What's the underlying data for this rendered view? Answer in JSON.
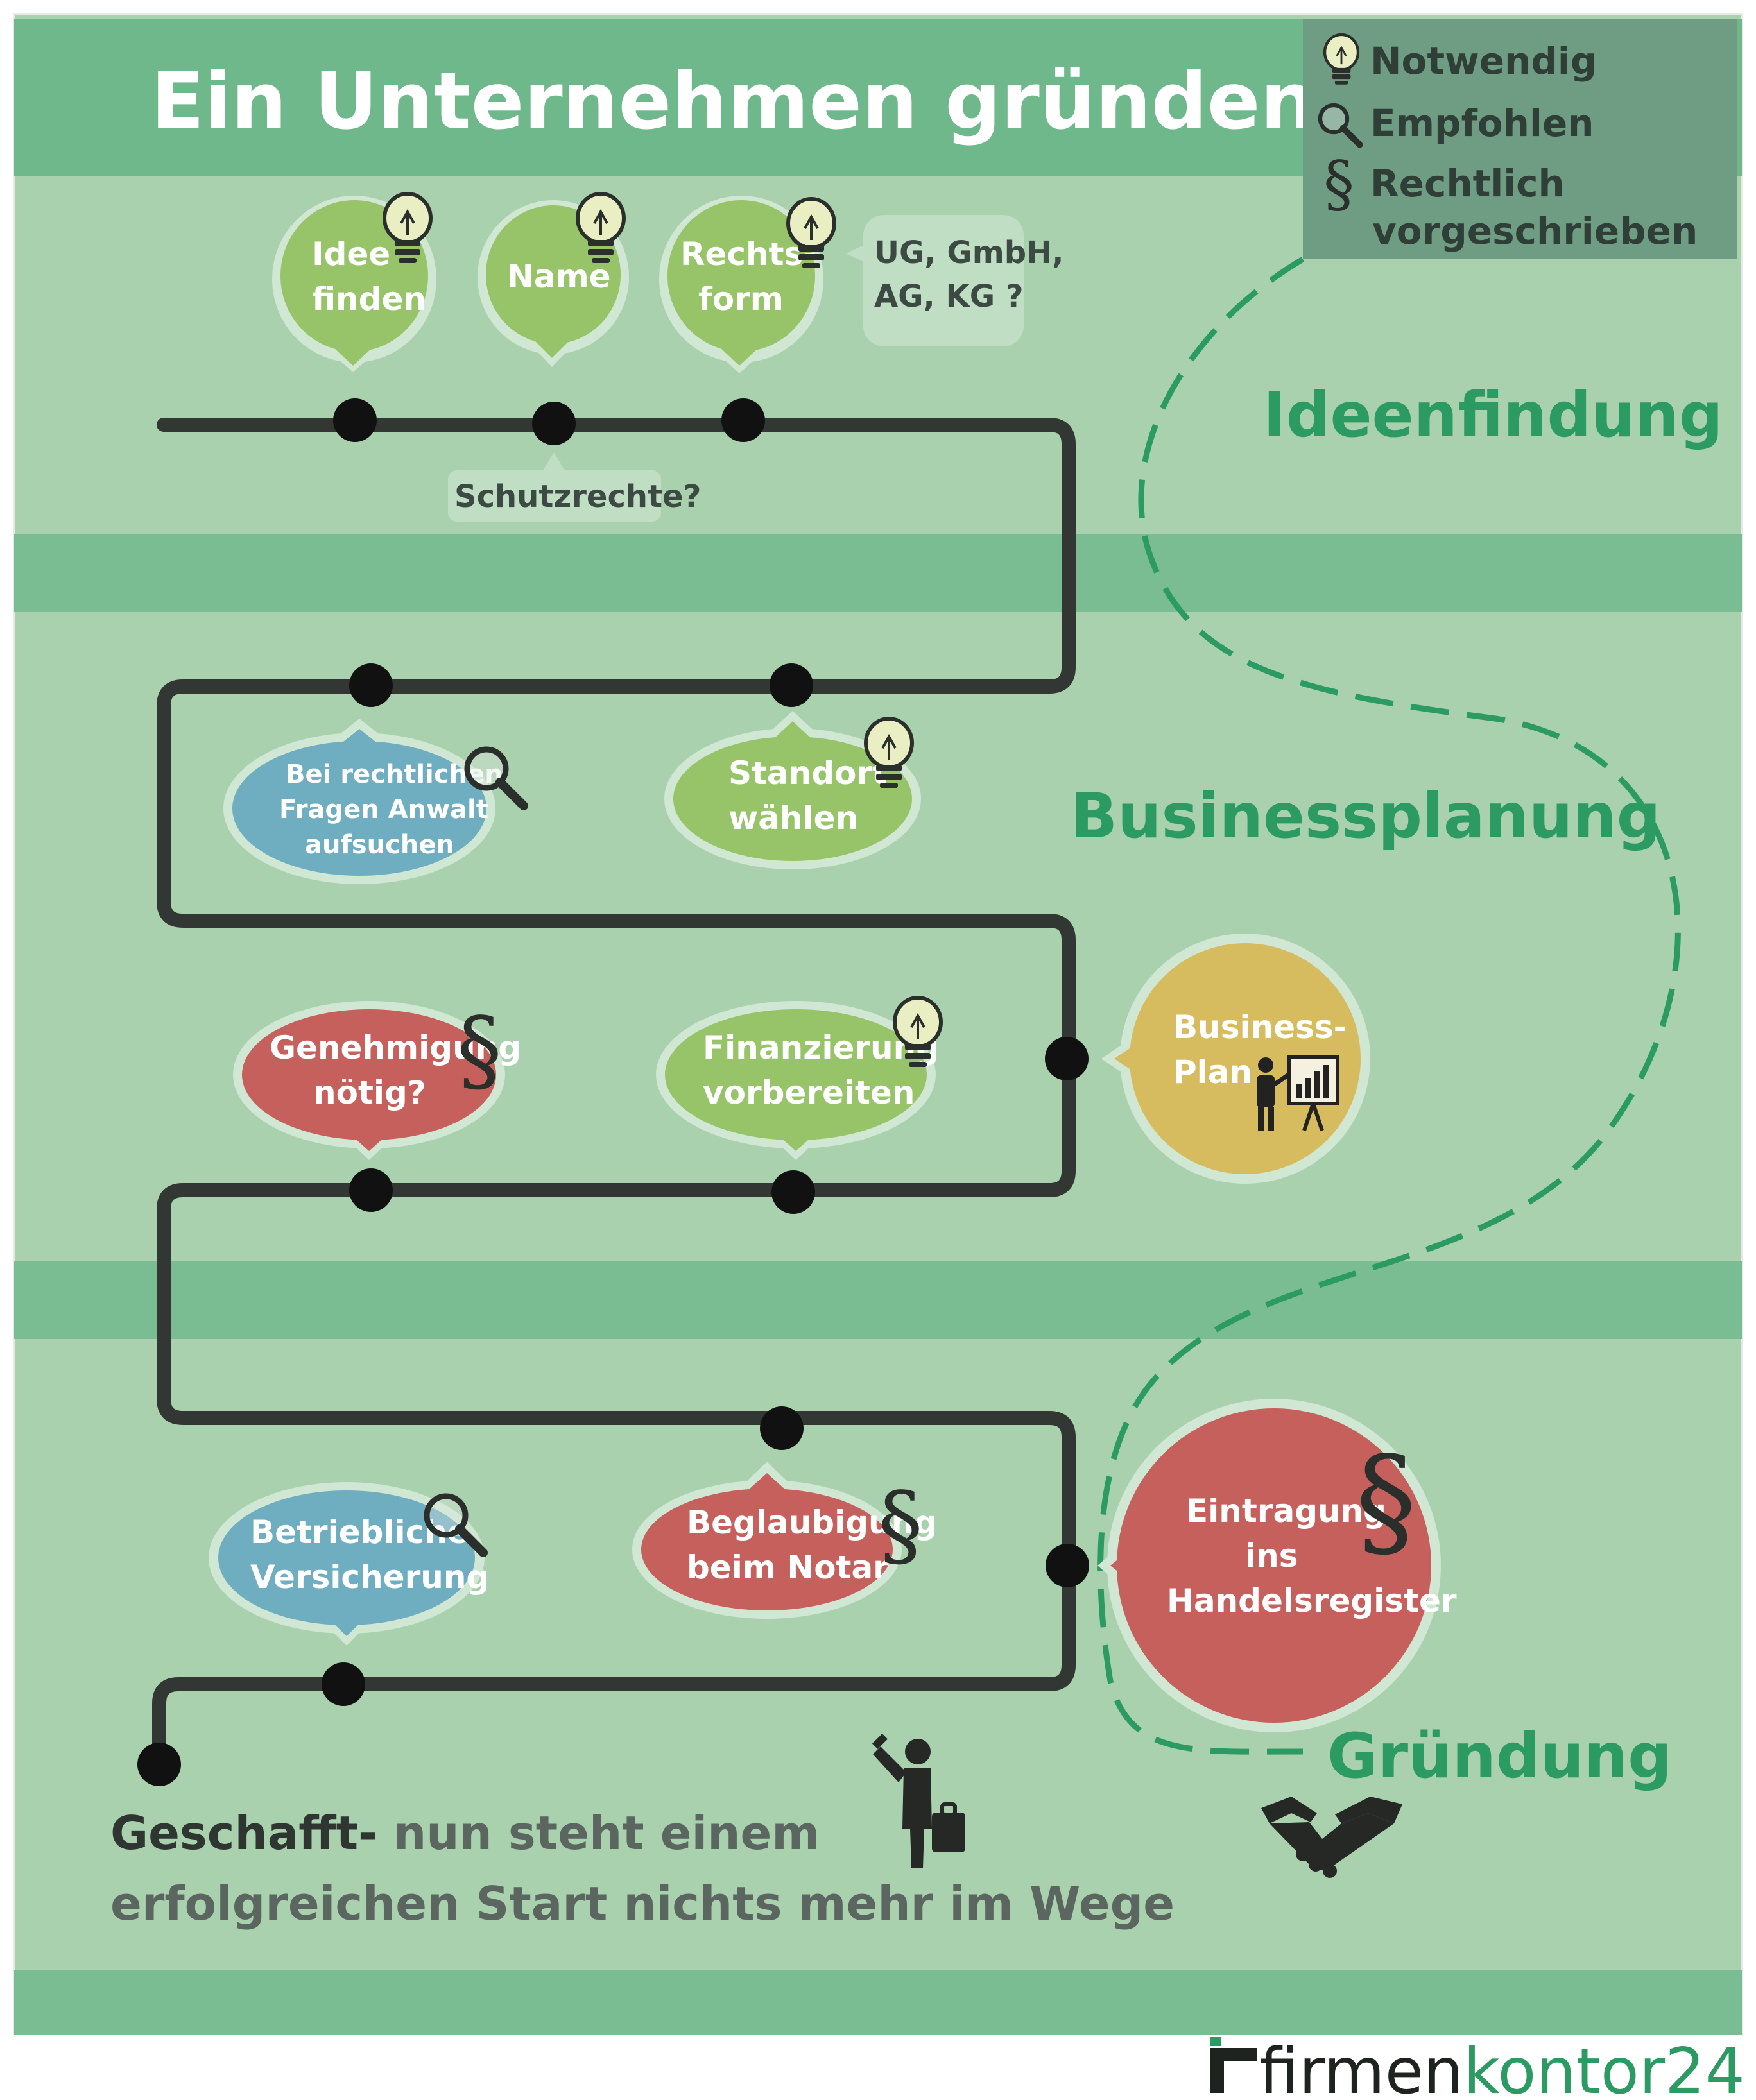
{
  "title": "Ein Unternehmen gründen",
  "legend": {
    "necessary": "Notwendig",
    "recommended": "Empfohlen",
    "legal_line1": "Rechtlich",
    "legal_line2": "vorgeschrieben",
    "icons": [
      "lightbulb-icon",
      "magnifier-icon",
      "paragraph-icon"
    ]
  },
  "phases": {
    "ideation": "Ideenfindung",
    "planning": "Businessplanung",
    "founding": "Gründung"
  },
  "steps": {
    "idea": {
      "line1": "Idee",
      "line2": "finden",
      "icon": "lightbulb-icon",
      "color": "#97c468"
    },
    "name": {
      "line1": "Name",
      "icon": "lightbulb-icon",
      "color": "#97c468"
    },
    "legal_form": {
      "line1": "Rechts-",
      "line2": "form",
      "icon": "lightbulb-icon",
      "color": "#97c468"
    },
    "legal_form_hint": {
      "line1": "UG, GmbH,",
      "line2": "AG, KG ?"
    },
    "protection_hint": "Schutzrechte?",
    "lawyer": {
      "line1": "Bei rechtlichen",
      "line2": "Fragen Anwalt",
      "line3": "aufsuchen",
      "icon": "magnifier-icon",
      "color": "#6fadc0"
    },
    "location": {
      "line1": "Standort",
      "line2": "wählen",
      "icon": "lightbulb-icon",
      "color": "#97c468"
    },
    "permit": {
      "line1": "Genehmigung",
      "line2": "nötig?",
      "icon": "paragraph-icon",
      "color": "#c5605c"
    },
    "financing": {
      "line1": "Finanzierung",
      "line2": "vorbereiten",
      "icon": "lightbulb-icon",
      "color": "#97c468"
    },
    "business_plan": {
      "line1": "Business-",
      "line2": "Plan",
      "icon": "presenter-icon",
      "color": "#d6bc5e"
    },
    "insurance": {
      "line1": "Betriebliche",
      "line2": "Versicherung",
      "icon": "magnifier-icon",
      "color": "#6fadc0"
    },
    "notary": {
      "line1": "Beglaubigung",
      "line2": "beim Notar",
      "icon": "paragraph-icon",
      "color": "#c5605c"
    },
    "register": {
      "line1": "Eintragung",
      "line2": "ins",
      "line3": "Handelsregister",
      "icon": "paragraph-icon",
      "color": "#c5605c"
    }
  },
  "footer": {
    "strong": "Geschafft-",
    "rest_line1": " nun steht einem",
    "line2": "erfolgreichen Start nichts mehr im Wege",
    "icons": [
      "traveler-icon",
      "handshake-icon"
    ]
  },
  "brand": {
    "part1": "firmen",
    "part2": "kontor24",
    "logo": "brand-logo-icon"
  },
  "colors": {
    "background": "#a9d1ae",
    "band": "#7bbd92",
    "title_band": "#6fb88b",
    "legend_box": "#6f9d84",
    "track": "#333733",
    "accent": "#2b9a63",
    "green": "#97c468",
    "blue": "#6fadc0",
    "red": "#c5605c",
    "yellow": "#d6bc5e"
  }
}
